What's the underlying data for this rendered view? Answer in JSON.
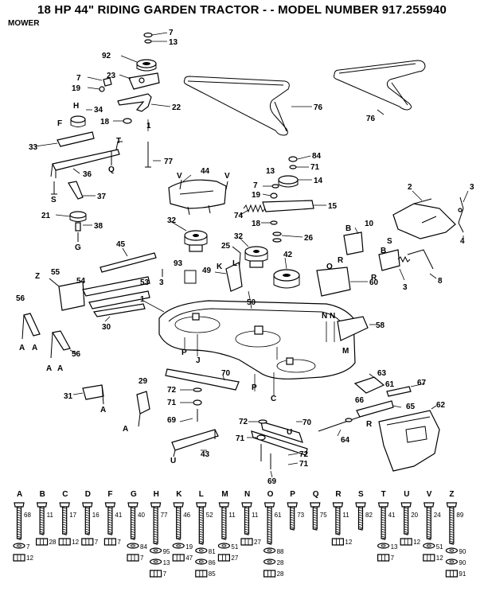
{
  "title": "18 HP 44\" RIDING GARDEN TRACTOR - - MODEL NUMBER 917.255940",
  "subtitle": "MOWER",
  "parts": {
    "p7a": "7",
    "p13a": "13",
    "p92": "92",
    "p23": "23",
    "p7b": "7",
    "p19a": "19",
    "p22": "22",
    "p76a": "76",
    "p76b": "76",
    "p34": "34",
    "pH": "H",
    "pF": "F",
    "p18a": "18",
    "p1a": "1",
    "p33": "33",
    "pT": "T",
    "p36": "36",
    "pQ": "Q",
    "p77": "77",
    "pSa": "S",
    "p37": "37",
    "p21": "21",
    "p38": "38",
    "pG": "G",
    "p84": "84",
    "p71a": "71",
    "p13b": "13",
    "p14": "14",
    "p7c": "7",
    "p19b": "19",
    "p74": "74",
    "p18b": "18",
    "p15": "15",
    "p44": "44",
    "pVa": "V",
    "pVb": "V",
    "p2": "2",
    "p3a": "3",
    "p4": "4",
    "p10": "10",
    "pBa": "B",
    "pR1": "R",
    "pSb": "S",
    "pBb": "B",
    "pR2": "R",
    "p3b": "3",
    "p8": "8",
    "p32a": "32",
    "p26": "26",
    "p32b": "32",
    "p25": "25",
    "p42": "42",
    "pO": "O",
    "p60": "60",
    "p45": "45",
    "p93": "93",
    "p3c": "3",
    "pK": "K",
    "pL": "L",
    "p49": "49",
    "pZ": "Z",
    "p55": "55",
    "p54": "54",
    "p53": "53",
    "p1b": "1",
    "p50": "50",
    "p56a": "56",
    "p30": "30",
    "pA1": "A",
    "pA2": "A",
    "p56b": "56",
    "pA3": "A",
    "pA4": "A",
    "pNa": "N",
    "pNb": "N",
    "p58": "58",
    "pM": "M",
    "pP1": "P",
    "pP2": "P",
    "p70a": "70",
    "p72a": "72",
    "p71b": "71",
    "p69a": "69",
    "pC": "C",
    "pU1": "U",
    "p43": "43",
    "p31": "31",
    "p29": "29",
    "pA5": "A",
    "pA6": "A",
    "p63": "63",
    "p61": "61",
    "p67": "67",
    "p66": "66",
    "p65": "65",
    "p62": "62",
    "pR3": "R",
    "p64": "64",
    "p70b": "70",
    "p72b": "72",
    "p71c": "71",
    "p72c": "72",
    "p71d": "71",
    "p69b": "69",
    "pU2": "U",
    "pJ": "J"
  },
  "hardware": [
    {
      "letter": "A",
      "nums": [
        "68",
        "7",
        "12"
      ]
    },
    {
      "letter": "B",
      "nums": [
        "11",
        "28"
      ]
    },
    {
      "letter": "C",
      "nums": [
        "17",
        "12"
      ]
    },
    {
      "letter": "D",
      "nums": [
        "16",
        "7"
      ]
    },
    {
      "letter": "F",
      "nums": [
        "41",
        "7"
      ]
    },
    {
      "letter": "G",
      "nums": [
        "40",
        "84",
        "7"
      ]
    },
    {
      "letter": "H",
      "nums": [
        "77",
        "95",
        "13",
        "7"
      ]
    },
    {
      "letter": "K",
      "nums": [
        "46",
        "19",
        "47"
      ]
    },
    {
      "letter": "L",
      "nums": [
        "52",
        "81",
        "86",
        "85"
      ]
    },
    {
      "letter": "M",
      "nums": [
        "11",
        "51",
        "27"
      ]
    },
    {
      "letter": "N",
      "nums": [
        "11",
        "27"
      ]
    },
    {
      "letter": "O",
      "nums": [
        "61",
        "88",
        "28",
        "28"
      ]
    },
    {
      "letter": "P",
      "nums": [
        "73"
      ]
    },
    {
      "letter": "Q",
      "nums": [
        "75"
      ]
    },
    {
      "letter": "R",
      "nums": [
        "11",
        "12"
      ]
    },
    {
      "letter": "S",
      "nums": [
        "82"
      ]
    },
    {
      "letter": "T",
      "nums": [
        "41",
        "13",
        "7"
      ]
    },
    {
      "letter": "U",
      "nums": [
        "20",
        "12"
      ]
    },
    {
      "letter": "V",
      "nums": [
        "24",
        "51",
        "12"
      ]
    },
    {
      "letter": "Z",
      "nums": [
        "89",
        "90",
        "90",
        "91"
      ]
    }
  ]
}
